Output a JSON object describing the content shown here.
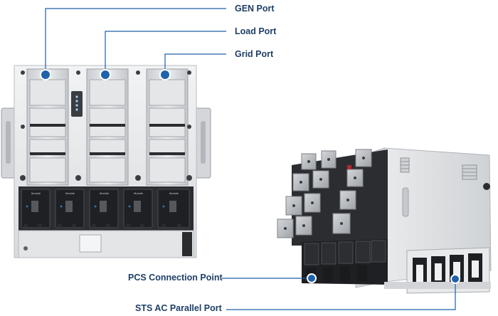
{
  "callouts": {
    "gen_port": "GEN Port",
    "load_port": "Load Port",
    "grid_port": "Grid Port",
    "pcs_connection_point": "PCS Connection Point",
    "sts_ac_parallel_port": "STS AC Parallel Port"
  },
  "front_unit": {
    "module_label": "Module"
  },
  "colors": {
    "accent": "#1f5fa6",
    "label_text": "#1f3f66",
    "marker": "#1f63ad"
  }
}
